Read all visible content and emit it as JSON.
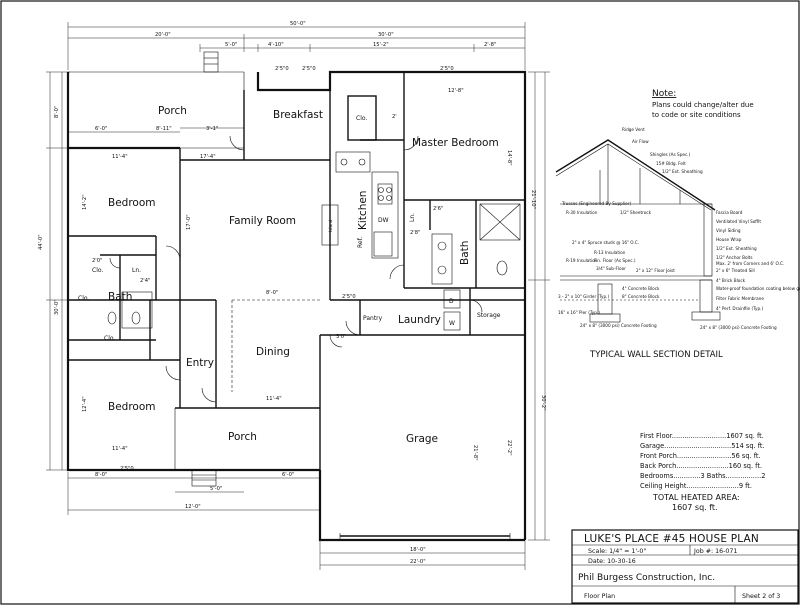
{
  "rooms": {
    "porch_back": "Porch",
    "breakfast": "Breakfast",
    "master_bedroom": "Master Bedroom",
    "bedroom_top": "Bedroom",
    "family_room": "Family Room",
    "kitchen": "Kitchen",
    "bath_left": "Bath",
    "bath_master": "Bath",
    "closet_1": "Clo.",
    "closet_2": "Clo.",
    "closet_3": "Clo.",
    "closet_4": "Clo.",
    "linen_1": "Ln.",
    "linen_2": "Ln.",
    "ref": "Ref.",
    "island": "Island",
    "dw": "DW",
    "pantry": "Pantry",
    "laundry": "Laundry",
    "storage": "Storage",
    "washer": "W",
    "dryer": "D",
    "entry": "Entry",
    "dining": "Dining",
    "bedroom_bottom": "Bedroom",
    "porch_front": "Porch",
    "garage": "Grage"
  },
  "dimensions": {
    "overall_width": "50'-0\"",
    "top_left": "20'-0\"",
    "top_right": "30'-0\"",
    "top_seg_1": "5'-0\"",
    "top_seg_2": "4'-10\"",
    "top_seg_3": "15'-2\"",
    "top_seg_4": "2'-8\"",
    "porch_w1": "6'-0\"",
    "porch_w2": "8'-11\"",
    "porch_w3": "3'-1\"",
    "bed_top_w": "11'-4\"",
    "fam_w": "17'-4\"",
    "master_w": "12'-8\"",
    "left_total": "44'-0\"",
    "left_a": "8'-0\"",
    "left_b": "14'-2\"",
    "left_c": "12'-4\"",
    "left_d": "30'-0\"",
    "right_a": "21'-10\"",
    "right_b": "14'-8\"",
    "right_c": "22'-2\"",
    "right_d": "30'-2\"",
    "family_depth": "17'-0\"",
    "dining_w": "8'-0\"",
    "dining_d": "11'-4\"",
    "bed_bot_w": "11'-4\"",
    "bed_bot_d": "12'-4\"",
    "front_w1": "8'-0\"",
    "front_w2": "5'-0\"",
    "front_w3": "6'-0\"",
    "front_w4": "12'-0\"",
    "garage_w": "18'-0\"",
    "garage_total": "22'-0\"",
    "garage_d": "21'-8\"",
    "door_25a": "2'5\"0",
    "door_25b": "2'5\"0",
    "door_25c": "2'5\"0",
    "door_25d": "2'5\"0",
    "door_25e": "2'5\"0",
    "d28": "2'8\"",
    "d26": "2'6\"",
    "d30": "3'0\"",
    "d20": "2'0\"",
    "d24": "2'4\"",
    "d2": "2'"
  },
  "note": {
    "heading": "Note:",
    "line1": "Plans could change/alter due",
    "line2": "to code or site conditions"
  },
  "wall_section": {
    "title": "TYPICAL WALL SECTION DETAIL",
    "labels": [
      "Ridge Vent",
      "Air Flow",
      "Shingles (As Spec.)",
      "15# Bldg. Felt",
      "1/2\" Ext. Sheathing",
      "Trusses (Engineered By Supplier)",
      "Fascia Board",
      "R-30 Insulation",
      "1/2\" Sheetrock",
      "Ventilated Vinyl Soffit",
      "Vinyl Siding",
      "2\" x 4\" Spruce studs @ 16\" O.C.",
      "House Wrap",
      "R-13 Insulation",
      "1/2\" Ext. Sheathing",
      "Fin. Floor (As Spec.)",
      "1/2\" Anchor Bolts",
      "R-19 Insulation",
      "Max. 2' from Corners and 6' O.C.",
      "2\" x 12\" Floor Joist",
      "2\" x 6\" Treated Sill",
      "3/4\" Sub-Floor",
      "4\" Brick Block",
      "Water-proof foundation coating below grade (Typ.)",
      "3 - 2\" x 10\" Girder (Typ.)",
      "8\" Concrete Block",
      "4\" Concrete Block",
      "Filter Fabric Membrane",
      "4\" Perf. Drainfile (Typ.)",
      "16\" x 16\" Pier (Typ.)",
      "24\" x 8\" (3000 psi) Concrete Footing",
      "24\" x 8\" (3000 psi) Concrete Footing"
    ]
  },
  "schedule": {
    "first_floor": "First Floor..........................1607 sq. ft.",
    "garage": "Garage................................514 sq. ft.",
    "front_porch": "Front Porch..........................56 sq. ft.",
    "back_porch": "Back Porch.........................160 sq. ft.",
    "bed_bath": "Bedrooms.............3 Baths.................2",
    "ceiling": "Ceiling Height.........................9 ft.",
    "heated_label": "TOTAL HEATED AREA:",
    "heated_value": "1607 sq. ft."
  },
  "title_block": {
    "title": "LUKE'S PLACE #45 HOUSE PLAN",
    "scale": "Scale: 1/4\" = 1'-0\"",
    "job": "Job #: 16-071",
    "date": "Date: 10-30-16",
    "company": "Phil Burgess Construction, Inc.",
    "sheet_name": "Floor Plan",
    "sheet_num": "Sheet 2 of 3"
  }
}
